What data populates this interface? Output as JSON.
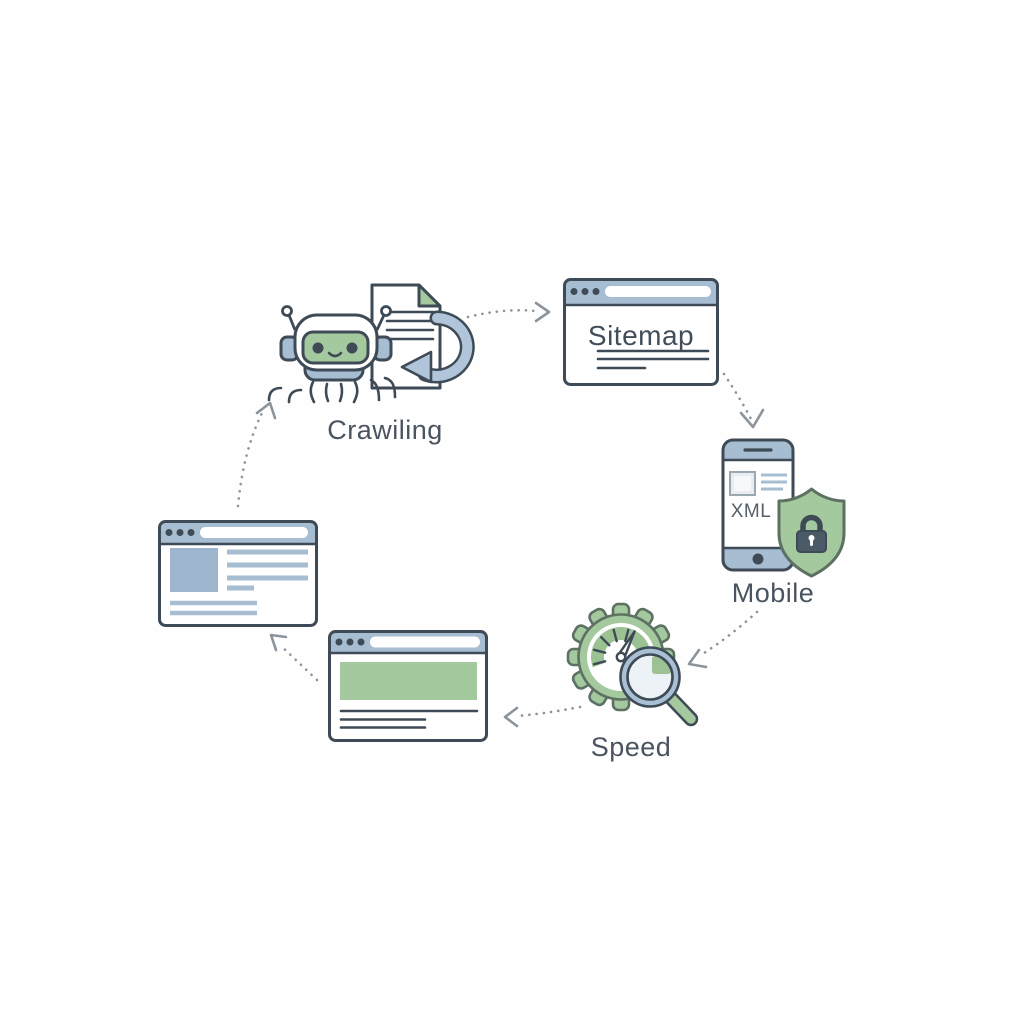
{
  "diagram": {
    "labels": {
      "crawling": "Crawiling",
      "sitemap": "Sitemap",
      "mobile": "Mobile",
      "speed": "Speed",
      "xml": "XML"
    },
    "icons": [
      "robot-crawler-icon",
      "document-refresh-icon",
      "browser-window-sitemap-icon",
      "smartphone-icon",
      "shield-lock-icon",
      "gear-speedometer-icon",
      "magnifier-icon",
      "browser-window-hero-icon",
      "browser-window-article-icon"
    ],
    "colors": {
      "green": "#a5c99e",
      "green_band": "#9cc294",
      "blue_header": "#a7bed2",
      "blue_fill": "#9db6cd",
      "blue_line": "#a6bdd2",
      "blue_arrow": "#b0c5d9",
      "outline": "#3e4b57",
      "label_text": "#4a5460",
      "arrow_grey": "#8b949c",
      "background": "#fefefe"
    }
  }
}
